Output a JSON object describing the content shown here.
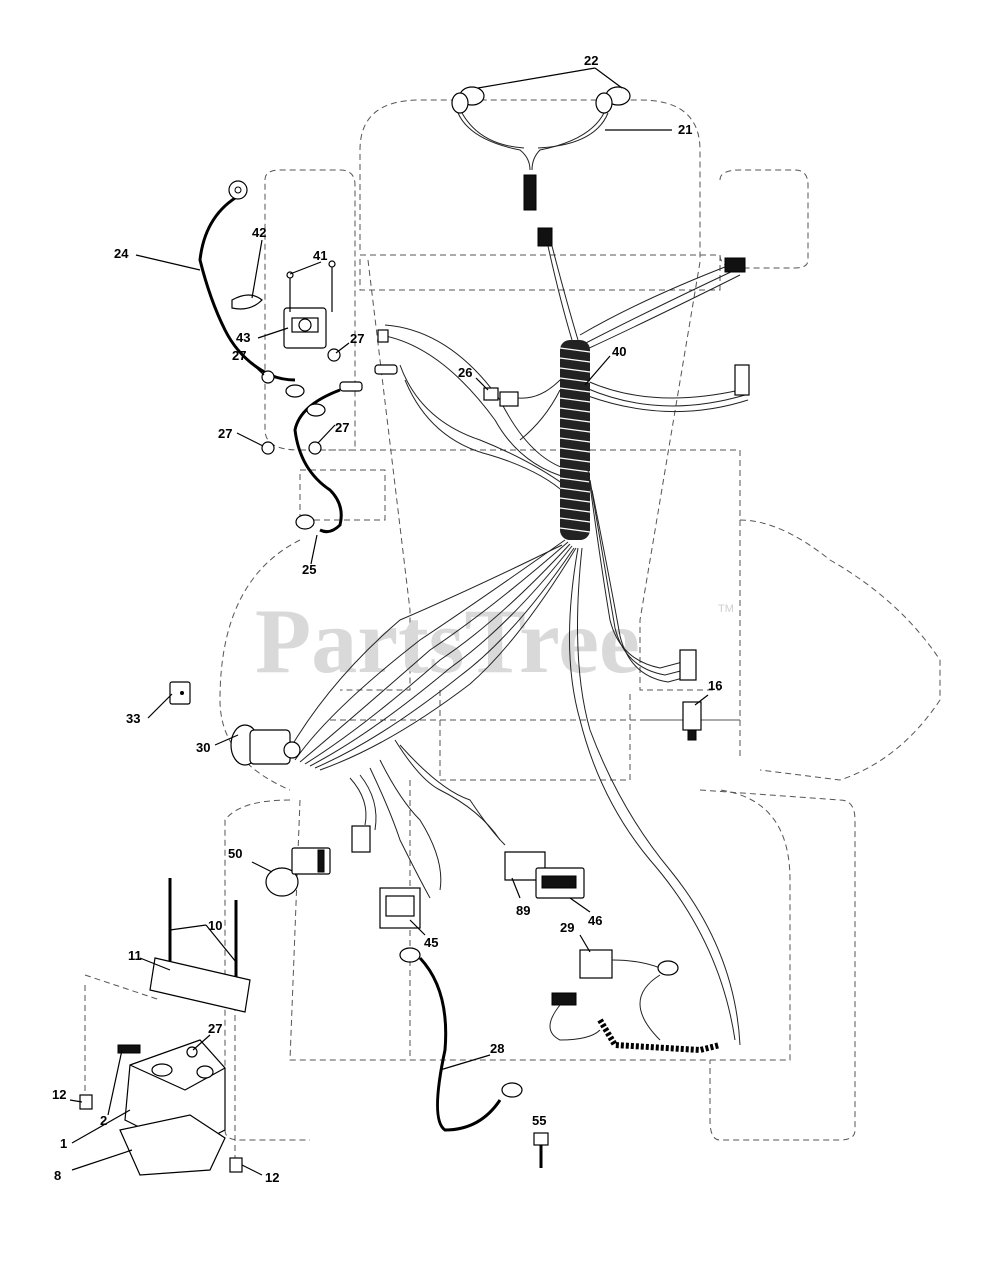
{
  "watermark": {
    "text": "PartsTree",
    "trademark": "TM"
  },
  "callouts": [
    {
      "id": "c22",
      "label": "22"
    },
    {
      "id": "c21",
      "label": "21"
    },
    {
      "id": "c24",
      "label": "24"
    },
    {
      "id": "c42",
      "label": "42"
    },
    {
      "id": "c41",
      "label": "41"
    },
    {
      "id": "c43",
      "label": "43"
    },
    {
      "id": "c27a",
      "label": "27"
    },
    {
      "id": "c27b",
      "label": "27"
    },
    {
      "id": "c27c",
      "label": "27"
    },
    {
      "id": "c27d",
      "label": "27"
    },
    {
      "id": "c40",
      "label": "40"
    },
    {
      "id": "c26",
      "label": "26"
    },
    {
      "id": "c25",
      "label": "25"
    },
    {
      "id": "c16",
      "label": "16"
    },
    {
      "id": "c33",
      "label": "33"
    },
    {
      "id": "c30",
      "label": "30"
    },
    {
      "id": "c50",
      "label": "50"
    },
    {
      "id": "c10",
      "label": "10"
    },
    {
      "id": "c11",
      "label": "11"
    },
    {
      "id": "c45",
      "label": "45"
    },
    {
      "id": "c89",
      "label": "89"
    },
    {
      "id": "c46",
      "label": "46"
    },
    {
      "id": "c29",
      "label": "29"
    },
    {
      "id": "c27e",
      "label": "27"
    },
    {
      "id": "c28",
      "label": "28"
    },
    {
      "id": "c12a",
      "label": "12"
    },
    {
      "id": "c2",
      "label": "2"
    },
    {
      "id": "c1",
      "label": "1"
    },
    {
      "id": "c55",
      "label": "55"
    },
    {
      "id": "c8",
      "label": "8"
    },
    {
      "id": "c12b",
      "label": "12"
    }
  ]
}
